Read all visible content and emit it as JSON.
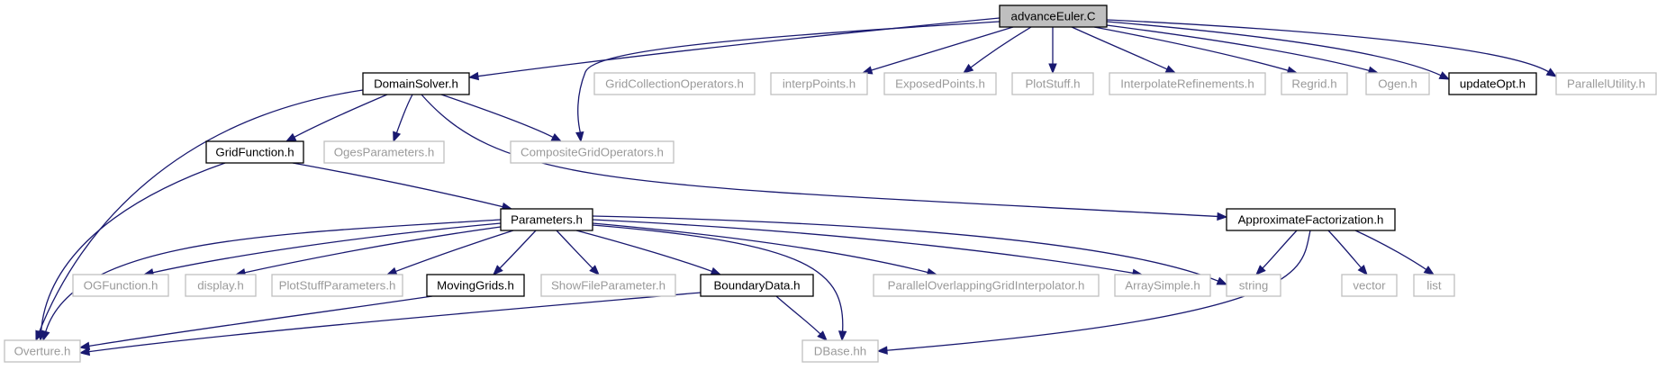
{
  "graph": {
    "colors": {
      "edge": "#191970",
      "root_fill": "#bfbfbf",
      "internal_border": "#000000",
      "external_border": "#bfbfbf",
      "external_text": "#9a9a9a"
    },
    "nodes": [
      {
        "id": "advanceEuler",
        "label": "advanceEuler.C",
        "kind": "root"
      },
      {
        "id": "DomainSolver",
        "label": "DomainSolver.h",
        "kind": "internal"
      },
      {
        "id": "GridCollectionOperators",
        "label": "GridCollectionOperators.h",
        "kind": "external"
      },
      {
        "id": "interpPoints",
        "label": "interpPoints.h",
        "kind": "external"
      },
      {
        "id": "ExposedPoints",
        "label": "ExposedPoints.h",
        "kind": "external"
      },
      {
        "id": "PlotStuff",
        "label": "PlotStuff.h",
        "kind": "external"
      },
      {
        "id": "InterpolateRefinements",
        "label": "InterpolateRefinements.h",
        "kind": "external"
      },
      {
        "id": "Regrid",
        "label": "Regrid.h",
        "kind": "external"
      },
      {
        "id": "Ogen",
        "label": "Ogen.h",
        "kind": "external"
      },
      {
        "id": "updateOpt",
        "label": "updateOpt.h",
        "kind": "internal"
      },
      {
        "id": "ParallelUtility",
        "label": "ParallelUtility.h",
        "kind": "external"
      },
      {
        "id": "GridFunction",
        "label": "GridFunction.h",
        "kind": "internal"
      },
      {
        "id": "OgesParameters",
        "label": "OgesParameters.h",
        "kind": "external"
      },
      {
        "id": "CompositeGridOperators",
        "label": "CompositeGridOperators.h",
        "kind": "external"
      },
      {
        "id": "Parameters",
        "label": "Parameters.h",
        "kind": "internal"
      },
      {
        "id": "ApproximateFactorization",
        "label": "ApproximateFactorization.h",
        "kind": "internal"
      },
      {
        "id": "OGFunction",
        "label": "OGFunction.h",
        "kind": "external"
      },
      {
        "id": "display",
        "label": "display.h",
        "kind": "external"
      },
      {
        "id": "PlotStuffParameters",
        "label": "PlotStuffParameters.h",
        "kind": "external"
      },
      {
        "id": "MovingGrids",
        "label": "MovingGrids.h",
        "kind": "internal"
      },
      {
        "id": "ShowFileParameter",
        "label": "ShowFileParameter.h",
        "kind": "external"
      },
      {
        "id": "BoundaryData",
        "label": "BoundaryData.h",
        "kind": "internal"
      },
      {
        "id": "ParallelOverlappingGridInterpolator",
        "label": "ParallelOverlappingGridInterpolator.h",
        "kind": "external"
      },
      {
        "id": "ArraySimple",
        "label": "ArraySimple.h",
        "kind": "external"
      },
      {
        "id": "string",
        "label": "string",
        "kind": "external"
      },
      {
        "id": "vector",
        "label": "vector",
        "kind": "external"
      },
      {
        "id": "list",
        "label": "list",
        "kind": "external"
      },
      {
        "id": "Overture",
        "label": "Overture.h",
        "kind": "external"
      },
      {
        "id": "DBase",
        "label": "DBase.hh",
        "kind": "external"
      }
    ],
    "edges": [
      {
        "from": "advanceEuler",
        "to": "DomainSolver"
      },
      {
        "from": "advanceEuler",
        "to": "CompositeGridOperators"
      },
      {
        "from": "advanceEuler",
        "to": "interpPoints"
      },
      {
        "from": "advanceEuler",
        "to": "ExposedPoints"
      },
      {
        "from": "advanceEuler",
        "to": "PlotStuff"
      },
      {
        "from": "advanceEuler",
        "to": "InterpolateRefinements"
      },
      {
        "from": "advanceEuler",
        "to": "Regrid"
      },
      {
        "from": "advanceEuler",
        "to": "Ogen"
      },
      {
        "from": "advanceEuler",
        "to": "updateOpt"
      },
      {
        "from": "advanceEuler",
        "to": "ParallelUtility"
      },
      {
        "from": "DomainSolver",
        "to": "GridFunction"
      },
      {
        "from": "DomainSolver",
        "to": "OgesParameters"
      },
      {
        "from": "DomainSolver",
        "to": "CompositeGridOperators"
      },
      {
        "from": "DomainSolver",
        "to": "ApproximateFactorization"
      },
      {
        "from": "DomainSolver",
        "to": "Overture"
      },
      {
        "from": "GridFunction",
        "to": "Parameters"
      },
      {
        "from": "GridFunction",
        "to": "Overture"
      },
      {
        "from": "Parameters",
        "to": "Overture"
      },
      {
        "from": "Parameters",
        "to": "OGFunction"
      },
      {
        "from": "Parameters",
        "to": "display"
      },
      {
        "from": "Parameters",
        "to": "PlotStuffParameters"
      },
      {
        "from": "Parameters",
        "to": "MovingGrids"
      },
      {
        "from": "Parameters",
        "to": "ShowFileParameter"
      },
      {
        "from": "Parameters",
        "to": "BoundaryData"
      },
      {
        "from": "Parameters",
        "to": "DBase"
      },
      {
        "from": "Parameters",
        "to": "ParallelOverlappingGridInterpolator"
      },
      {
        "from": "Parameters",
        "to": "ArraySimple"
      },
      {
        "from": "Parameters",
        "to": "string"
      },
      {
        "from": "MovingGrids",
        "to": "Overture"
      },
      {
        "from": "BoundaryData",
        "to": "Overture"
      },
      {
        "from": "BoundaryData",
        "to": "DBase"
      },
      {
        "from": "ApproximateFactorization",
        "to": "string"
      },
      {
        "from": "ApproximateFactorization",
        "to": "vector"
      },
      {
        "from": "ApproximateFactorization",
        "to": "list"
      },
      {
        "from": "ApproximateFactorization",
        "to": "DBase"
      }
    ]
  }
}
